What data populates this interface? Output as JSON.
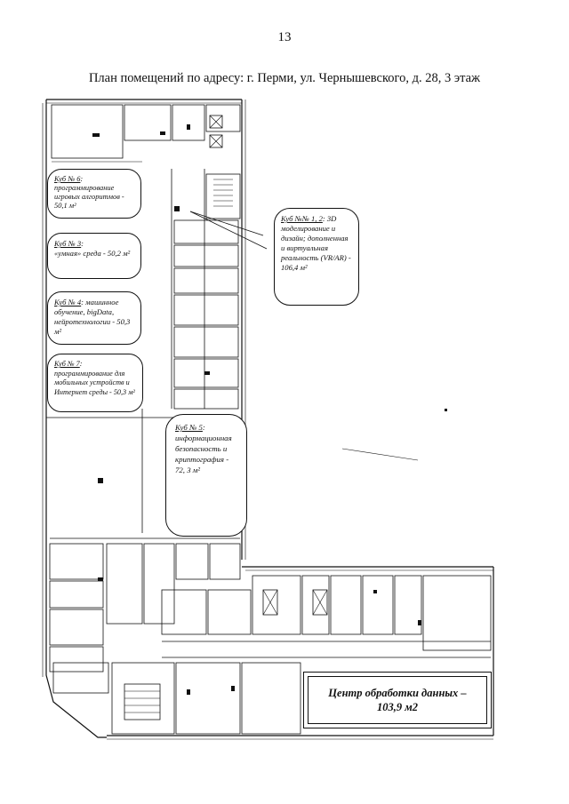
{
  "page_number": "13",
  "title": "План помещений по адресу: г. Перми, ул. Чернышевского, д. 28, 3 этаж",
  "callouts": {
    "kub6": {
      "label": "Куб № 6",
      "text": ":\nпрограммирование игровых алгоритмов - 50,1 м²"
    },
    "kub3": {
      "label": "Куб № 3",
      "text": ":\n«умная» среда - 50,2 м²"
    },
    "kub4": {
      "label": "Куб № 4",
      "text": ": машинное обучение, bigData, нейротехнологии - 50,3 м²"
    },
    "kub7": {
      "label": "Куб № 7",
      "text": ":\nпрограммирование для мобильных устройств и Интернет среды - 50,3 м²"
    },
    "kub12": {
      "label": "Куб №№ 1, 2",
      "text": ": 3D моделирование и дизайн; дополненная и виртуальная реальность (VR/AR) - 106,4 м²"
    },
    "kub5": {
      "label": "Куб № 5",
      "text": ":\nинформационная безопасность и криптография - 72, 3 м²"
    }
  },
  "data_center": {
    "line1": "Центр обработки данных –",
    "line2": "103,9 м2"
  }
}
